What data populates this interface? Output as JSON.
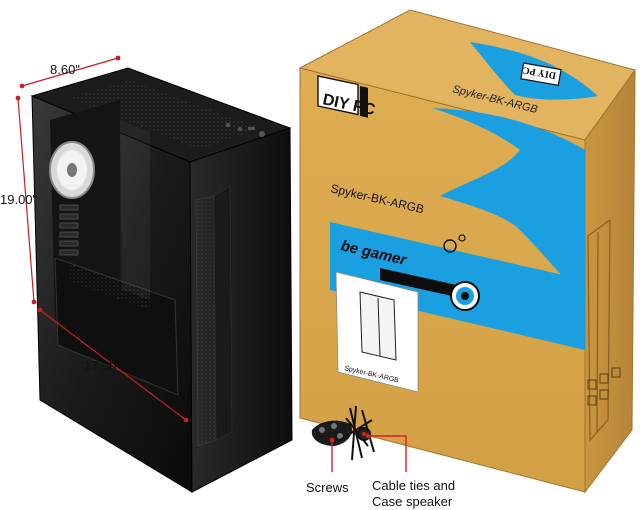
{
  "dimensions": {
    "width": "8.60\"",
    "height": "19.00\"",
    "depth": "17.00\""
  },
  "box": {
    "brand_logo": "DIY PC",
    "model_side": "Spyker-BK-ARGB",
    "model_top": "Spyker-BK-ARGB",
    "model_label": "Spyker-BK-ARGB",
    "slogan": "be gamer",
    "colors": {
      "cardboard": "#d9a94e",
      "cardboard_dark": "#b8863a",
      "accent_blue": "#1a9fe0"
    }
  },
  "accessories": {
    "screws_label": "Screws",
    "cable_label_line1": "Cable ties and",
    "cable_label_line2": "Case speaker",
    "pointer_color": "#d62020"
  },
  "dimension_line_color": "#c81e1e"
}
